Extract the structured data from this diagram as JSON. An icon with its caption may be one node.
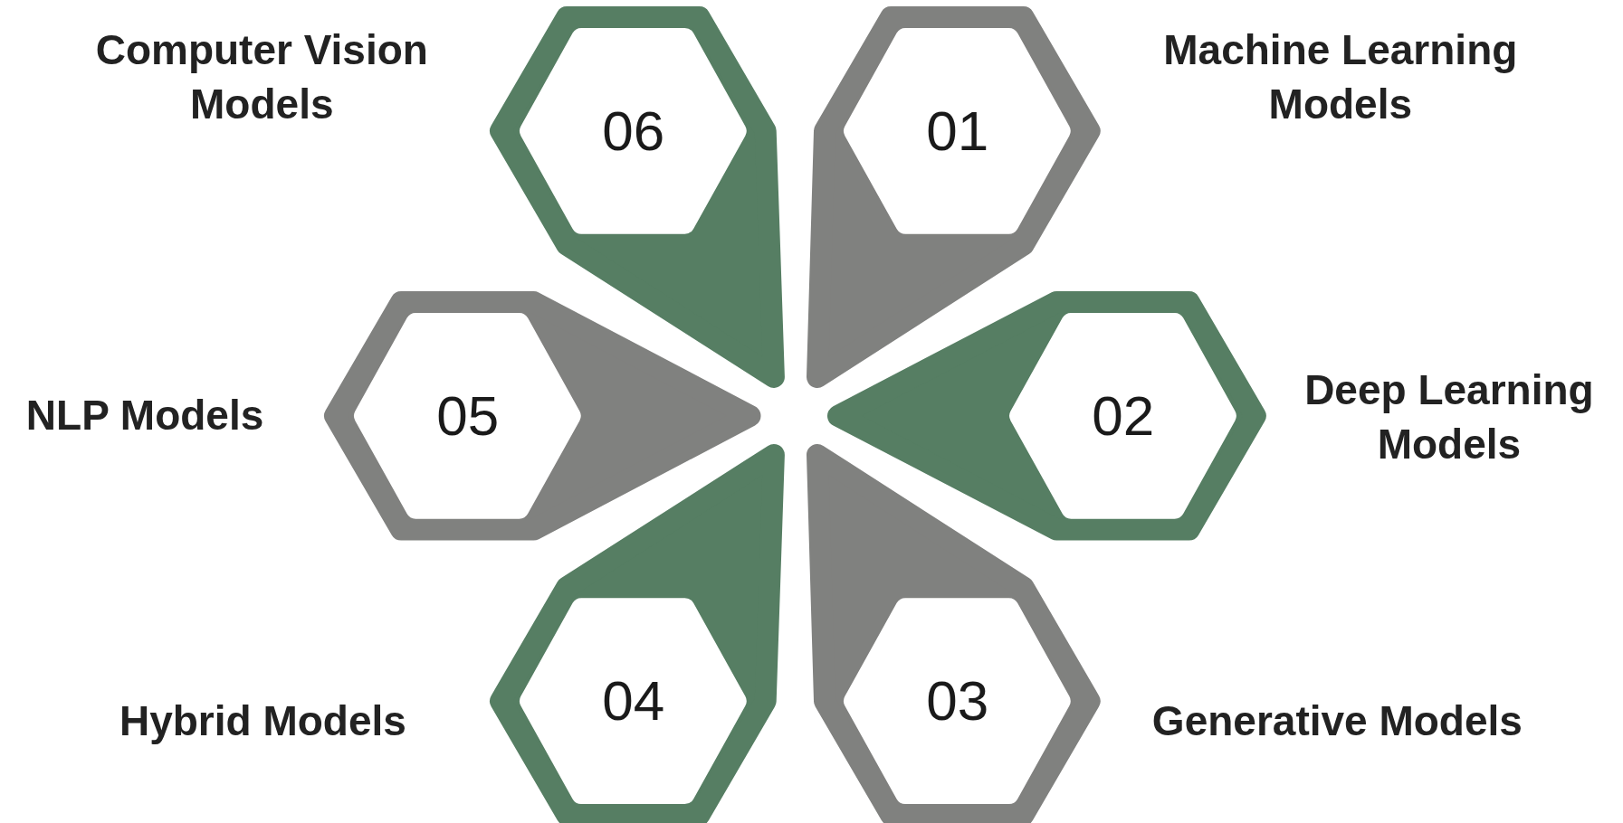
{
  "diagram": {
    "nodes": [
      {
        "text": [
          "01"
        ],
        "beside": [
          "Machine Learning Models"
        ]
      },
      {
        "text": [
          "02"
        ],
        "beside": [
          "Deep Learning Models"
        ]
      },
      {
        "text": [
          "03"
        ],
        "beside": [
          "Generative Models"
        ]
      },
      {
        "text": [
          "04"
        ],
        "beside": [
          "Hybrid Models"
        ]
      },
      {
        "text": [
          "05"
        ],
        "beside": [
          "NLP Models"
        ]
      },
      {
        "text": [
          "06"
        ],
        "beside": [
          "Computer Vision Models"
        ]
      }
    ]
  }
}
